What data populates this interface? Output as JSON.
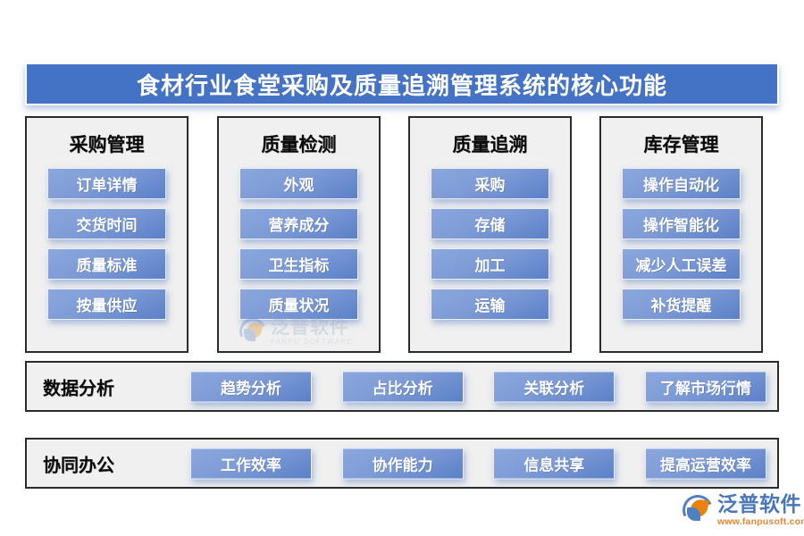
{
  "header": {
    "title": "食材行业食堂采购及质量追溯管理系统的核心功能",
    "background_color": "#4472C4"
  },
  "theme": {
    "button_gradient_from": "#8AA7DE",
    "button_gradient_to": "#5B80C8",
    "card_background": "#F0F0F0",
    "card_border": "#2B2B2B",
    "page_background": "#FFFFFF"
  },
  "columns": [
    {
      "title": "采购管理",
      "items": [
        "订单详情",
        "交货时间",
        "质量标准",
        "按量供应"
      ]
    },
    {
      "title": "质量检测",
      "items": [
        "外观",
        "营养成分",
        "卫生指标",
        "质量状况"
      ]
    },
    {
      "title": "质量追溯",
      "items": [
        "采购",
        "存储",
        "加工",
        "运输"
      ]
    },
    {
      "title": "库存管理",
      "items": [
        "操作自动化",
        "操作智能化",
        "减少人工误差",
        "补货提醒"
      ]
    }
  ],
  "rows": [
    {
      "label": "数据分析",
      "items": [
        "趋势分析",
        "占比分析",
        "关联分析",
        "了解市场行情"
      ]
    },
    {
      "label": "协同办公",
      "items": [
        "工作效率",
        "协作能力",
        "信息共享",
        "提高运营效率"
      ]
    }
  ],
  "watermark": {
    "company_cn": "泛普软件",
    "company_en": "FANPU SOFTWARE"
  },
  "brand": {
    "name_cn": "泛普软件",
    "url": "www.fanpusoft.com"
  }
}
